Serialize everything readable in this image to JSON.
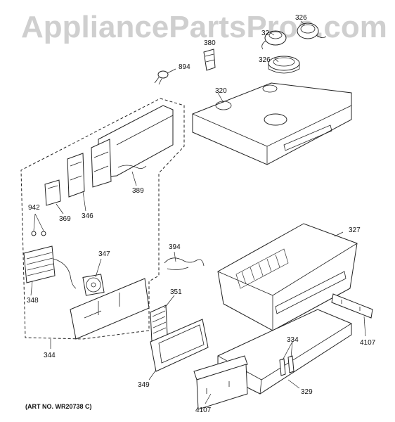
{
  "watermark": "AppliancePartsPros.com",
  "art_number": "(ART NO. WR20738 C)",
  "callouts": [
    {
      "id": "c326a",
      "text": "326"
    },
    {
      "id": "c32",
      "text": "32"
    },
    {
      "id": "c380",
      "text": "380"
    },
    {
      "id": "c326b",
      "text": "326"
    },
    {
      "id": "c894",
      "text": "894"
    },
    {
      "id": "c320",
      "text": "320"
    },
    {
      "id": "c389",
      "text": "389"
    },
    {
      "id": "c942",
      "text": "942"
    },
    {
      "id": "c369",
      "text": "369"
    },
    {
      "id": "c346",
      "text": "346"
    },
    {
      "id": "c327",
      "text": "327"
    },
    {
      "id": "c394",
      "text": "394"
    },
    {
      "id": "c347",
      "text": "347"
    },
    {
      "id": "c348",
      "text": "348"
    },
    {
      "id": "c351",
      "text": "351"
    },
    {
      "id": "c334",
      "text": "334"
    },
    {
      "id": "c4107a",
      "text": "4107"
    },
    {
      "id": "c344",
      "text": "344"
    },
    {
      "id": "c349",
      "text": "349"
    },
    {
      "id": "c329",
      "text": "329"
    },
    {
      "id": "c4107b",
      "text": "4107"
    }
  ]
}
